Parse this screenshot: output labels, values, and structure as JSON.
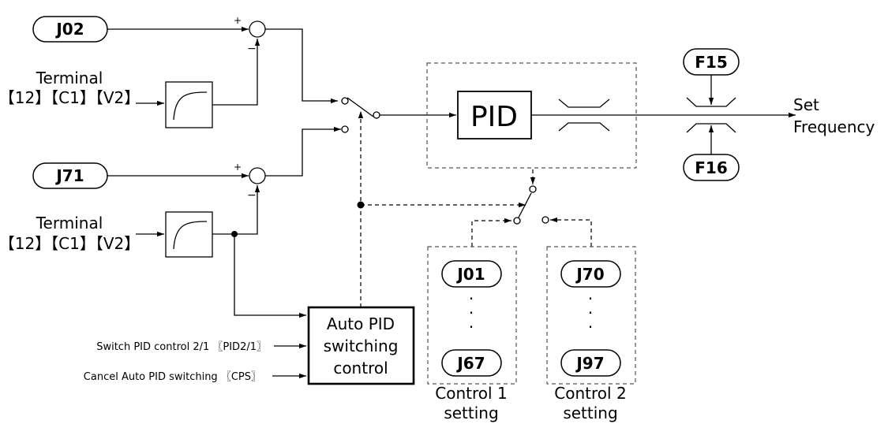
{
  "params": {
    "j02": "J02",
    "j71": "J71",
    "f15": "F15",
    "f16": "F16",
    "j01": "J01",
    "j67": "J67",
    "j70": "J70",
    "j97": "J97"
  },
  "terminal_1": {
    "line1": "Terminal",
    "line2": "【12】【C1】【V2】"
  },
  "terminal_2": {
    "line1": "Terminal",
    "line2": "【12】【C1】【V2】"
  },
  "pid_label": "PID",
  "output": {
    "line1": "Set",
    "line2": "Frequency"
  },
  "auto_pid": {
    "line1": "Auto PID",
    "line2": "switching",
    "line3": "control"
  },
  "inputs": {
    "switch_pid": "Switch PID control 2/1 〖PID2/1〗",
    "cancel_auto": "Cancel Auto PID switching 〖CPS〗"
  },
  "settings": {
    "control1": {
      "line1": "Control 1",
      "line2": "setting"
    },
    "control2": {
      "line1": "Control 2",
      "line2": "setting"
    }
  },
  "signs": {
    "plus": "+",
    "minus": "−"
  },
  "dots": "·"
}
